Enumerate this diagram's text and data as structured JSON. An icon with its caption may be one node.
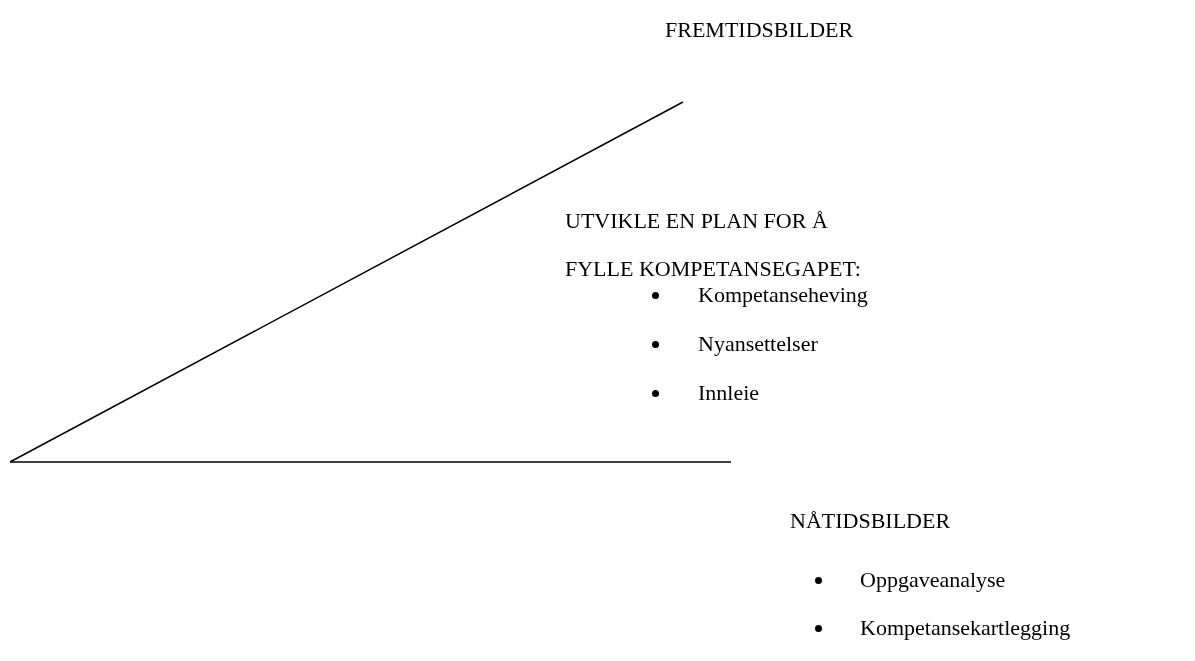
{
  "diagram": {
    "labels": [
      "FREMTIDSBILDER",
      "UTVIKLE EN PLAN FOR Å FYLLE KOMPETANSEGAPET:",
      "Kompetanseheving",
      "Nyansettelser",
      "Innleie",
      "NÅTIDSBILDER",
      "Oppgaveanalyse",
      "Kompetansekartlegging"
    ]
  }
}
